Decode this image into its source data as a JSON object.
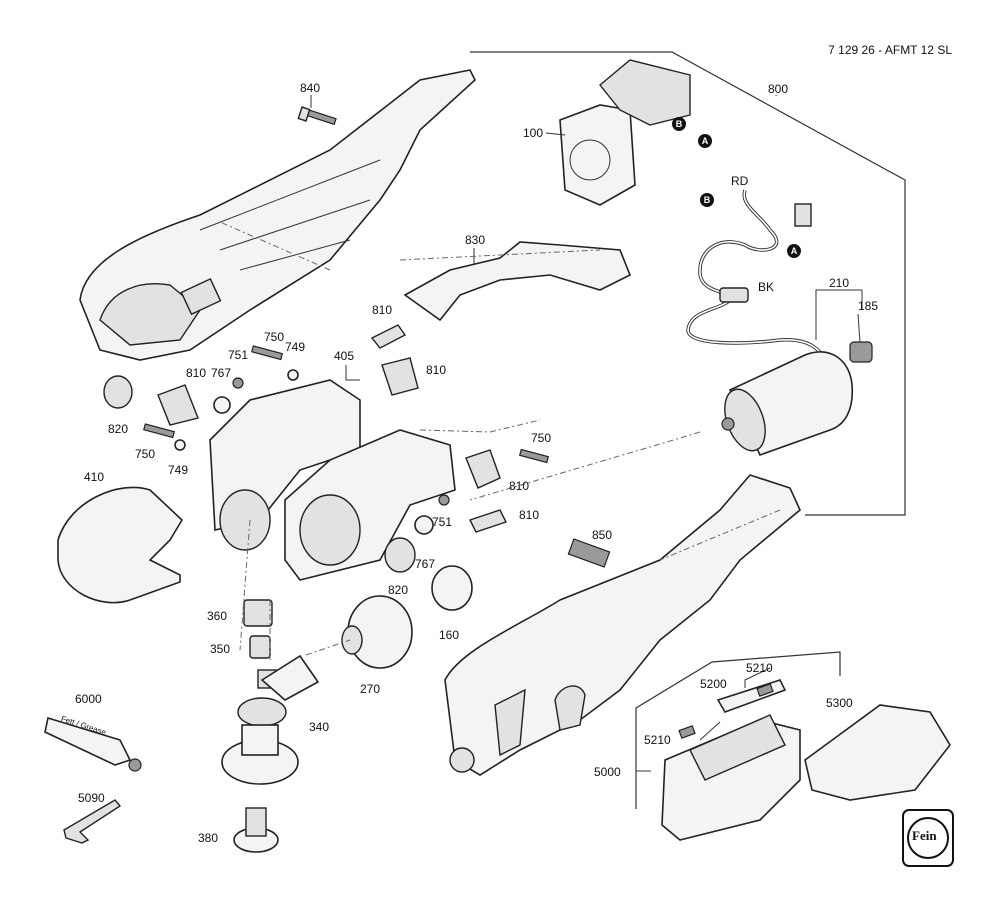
{
  "title": "7 129 26 - AFMT 12 SL",
  "labels": {
    "p840": "840",
    "p100": "100",
    "p800": "800",
    "p830": "830",
    "pRD": "RD",
    "pBK": "BK",
    "p210": "210",
    "p185": "185",
    "p810a": "810",
    "p750a": "750",
    "p751a": "751",
    "p749a": "749",
    "p405": "405",
    "p810b": "810",
    "p767a": "767",
    "p810c": "810",
    "p820a": "820",
    "p750b": "750",
    "p749b": "749",
    "p750c": "750",
    "p810d": "810",
    "p751b": "751",
    "p810e": "810",
    "p410": "410",
    "p767b": "767",
    "p850": "850",
    "p820b": "820",
    "p160": "160",
    "p360": "360",
    "p350": "350",
    "p270": "270",
    "p340": "340",
    "p6000": "6000",
    "p5090": "5090",
    "p380": "380",
    "p5210a": "5210",
    "p5200": "5200",
    "p5300": "5300",
    "p5210b": "5210",
    "p5000": "5000"
  },
  "markers": {
    "a1": "A",
    "b1": "B",
    "a2": "A",
    "b2": "B"
  },
  "grease_text": "Fett / Grease",
  "logo_text": "Fein"
}
